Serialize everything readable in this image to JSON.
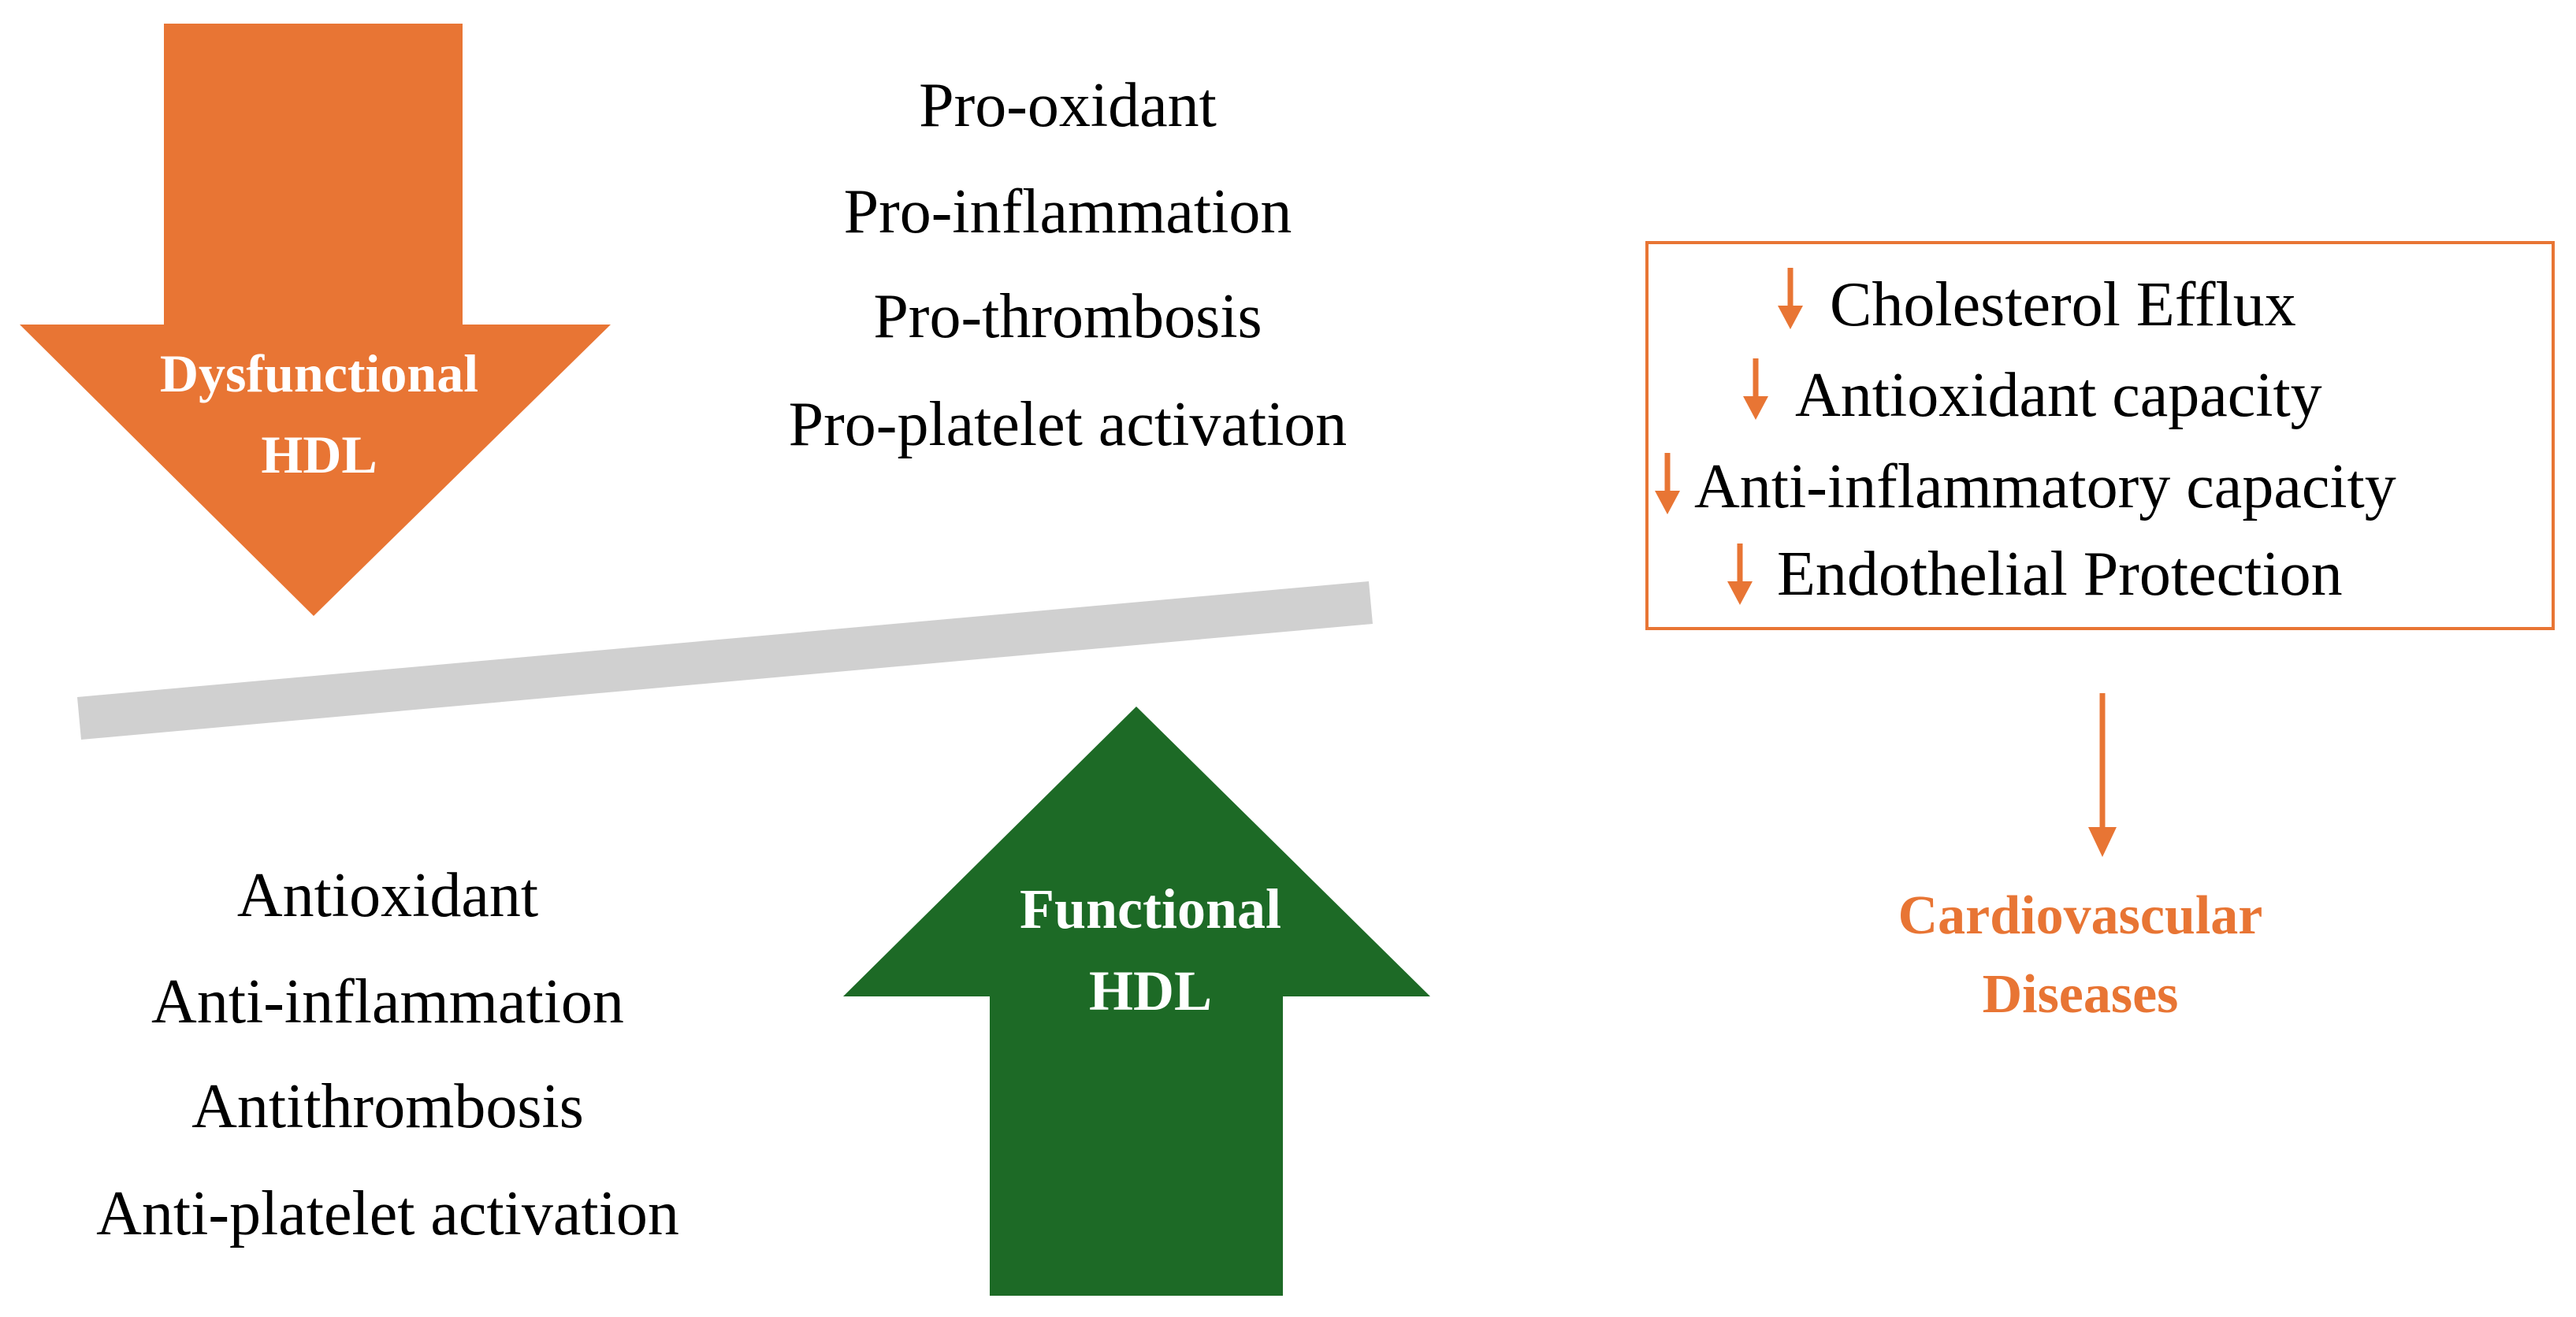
{
  "colors": {
    "dysfunctional_arrow": "#E87534",
    "functional_arrow": "#1D6A26",
    "balance_bar": "#D0D0D0",
    "effect_box_border": "#E87534",
    "effect_arrow": "#E87534",
    "outcome_text": "#E87534"
  },
  "dysfunctional": {
    "label_line1": "Dysfunctional",
    "label_line2": "HDL",
    "properties": [
      "Pro-oxidant",
      "Pro-inflammation",
      "Pro-thrombosis",
      "Pro-platelet activation"
    ]
  },
  "functional": {
    "label_line1": "Functional",
    "label_line2": "HDL",
    "properties": [
      "Antioxidant",
      "Anti-inflammation",
      "Antithrombosis",
      "Anti-platelet activation"
    ]
  },
  "effects": {
    "items": [
      "Cholesterol Efflux",
      "Antioxidant capacity",
      "Anti-inflammatory capacity",
      "Endothelial Protection"
    ]
  },
  "outcome": {
    "line1": "Cardiovascular",
    "line2": "Diseases"
  }
}
